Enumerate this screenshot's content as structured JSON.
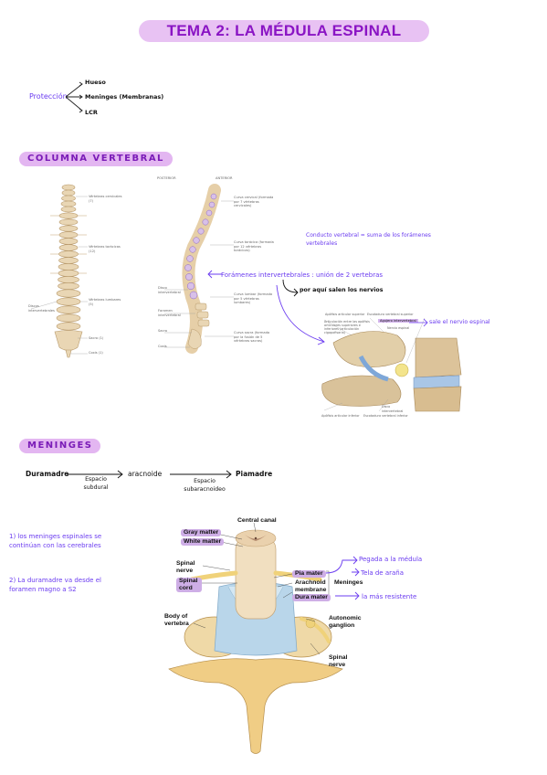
{
  "title": "TEMA 2: LA MÉDULA   ESPINAL",
  "proteccion": {
    "label": "Protección",
    "items": [
      "Hueso",
      "Meninges (Membranas)",
      "LCR"
    ]
  },
  "columna": {
    "section": "COLUMNA VERTEBRAL",
    "fig1": {
      "left_labels": [
        "Discos intervertebrales"
      ],
      "right_labels": [
        "Vértebras cervicales (7)",
        "Vértebras torácicas (12)",
        "Vértebras lumbares (5)",
        "Sacro (1)",
        "Coxis (1)"
      ]
    },
    "fig2": {
      "header_posterior": "POSTERIOR",
      "header_anterior": "ANTERIOR",
      "right_labels": [
        "Curva cervical (formada por 7 vértebras cervicales)",
        "Curva torácica (formada por 12 vértebras torácicas)",
        "Curva lumbar (formada por 5 vértebras lumbares)",
        "Curva sacra (formada por la fusión de 5 vértebras sacras)"
      ],
      "left_labels": [
        "Disco intervertebral",
        "Foramen intervertebral",
        "Sacro",
        "Coxis"
      ]
    },
    "note_conducto": "Conducto vertebral = suma de los forámenes vertebrales",
    "note_foramen": "Forámenes intervertebrales : unión de 2 vertebras",
    "note_nervios": "por aquí salen los nervios",
    "note_nervio": "sale el nervio espinal",
    "fig3": {
      "labels_top": [
        "Apófisis articular superior",
        "Escotadura vertebral superior",
        "Articulación entre las apófisis articulares superiores e inferiores (articulación cigapofisaria)",
        "Agujero intervertebral",
        "Nervio espinal"
      ],
      "labels_bottom": [
        "Apófisis articular inferior",
        "Escotadura vertebral inferior",
        "Disco intervertebral"
      ]
    }
  },
  "meninges": {
    "section": "MENINGES",
    "flow": [
      "Duramadre",
      "aracnoide",
      "Piamadre"
    ],
    "espacios": [
      "Espacio subdural",
      "Espacio subaracnoideo"
    ],
    "notes": [
      "1) los meninges espinales se continúan con las cerebrales",
      "2) La duramadre va desde el foramen magno a S2"
    ],
    "figure": {
      "central_canal": "Central canal",
      "gray_matter": "Gray matter",
      "white_matter": "White matter",
      "spinal_nerve_top": "Spinal nerve",
      "spinal_cord": "Spinal cord",
      "body_vertebra": "Body of vertebra",
      "pia_mater": "Pia mater",
      "arachnoid": "Arachnoid membrane",
      "dura_mater": "Dura mater",
      "meninges_label": "Meninges",
      "autonomic": "Autonomic ganglion",
      "spinal_nerve_bottom": "Spinal nerve"
    },
    "annotations": [
      "Pegada a la médula",
      "Tela de araña",
      "la más resistente"
    ]
  },
  "colors": {
    "accent": "#8a14c4",
    "pill": "#e8c2f3",
    "pen": "#6b3cf0"
  }
}
